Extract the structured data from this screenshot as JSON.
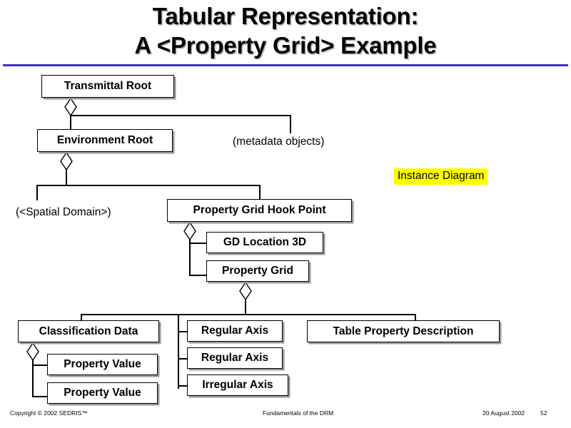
{
  "slide": {
    "title_line1": "Tabular Representation:",
    "title_line2": "A <Property Grid> Example",
    "rule_color": "#3b30d8"
  },
  "diagram": {
    "type": "uml-instance-diagram",
    "badge": "Instance Diagram",
    "badge_color": "#ffff00",
    "nodes": [
      {
        "id": "transmittal-root",
        "label": "Transmittal Root"
      },
      {
        "id": "environment-root",
        "label": "Environment Root"
      },
      {
        "id": "property-grid-hook-point",
        "label": "Property Grid Hook Point"
      },
      {
        "id": "gd-location-3d",
        "label": "GD Location 3D"
      },
      {
        "id": "property-grid",
        "label": "Property Grid"
      },
      {
        "id": "classification-data",
        "label": "Classification Data"
      },
      {
        "id": "property-value-1",
        "label": "Property Value"
      },
      {
        "id": "property-value-2",
        "label": "Property Value"
      },
      {
        "id": "regular-axis-1",
        "label": "Regular Axis"
      },
      {
        "id": "regular-axis-2",
        "label": "Regular Axis"
      },
      {
        "id": "irregular-axis",
        "label": "Irregular Axis"
      },
      {
        "id": "table-property-description",
        "label": "Table Property Description"
      }
    ],
    "annotations": [
      {
        "id": "metadata-objects",
        "label": "(metadata objects)"
      },
      {
        "id": "spatial-domain",
        "label": "(<Spatial Domain>)"
      }
    ]
  },
  "footer": {
    "copyright": "Copyright © 2002 SEDRIS™",
    "center": "Fundamentals of the DRM",
    "date": "20 August 2002",
    "page": "52"
  }
}
